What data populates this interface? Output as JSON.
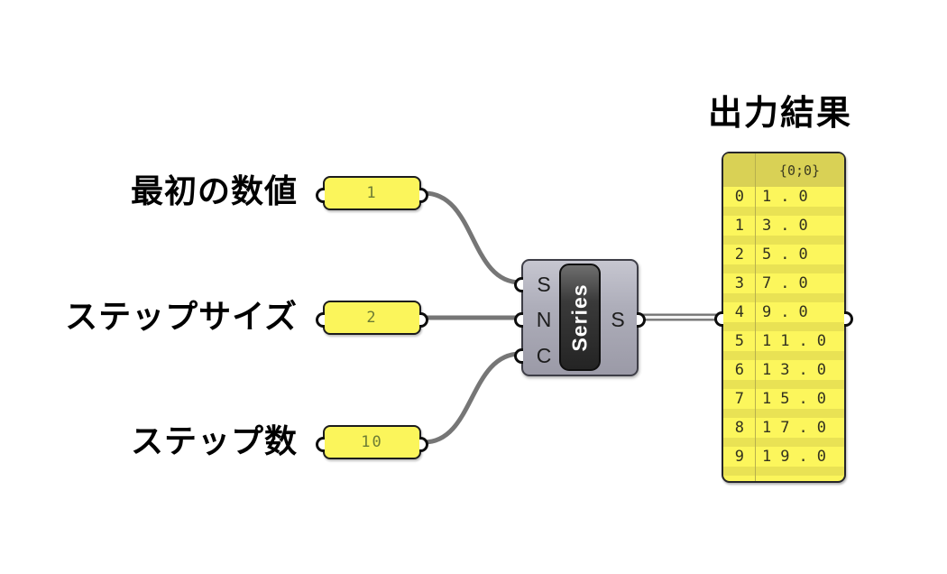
{
  "annotations": {
    "initial_value_label": "最初の数値",
    "step_size_label": "ステップサイズ",
    "step_count_label": "ステップ数",
    "output_title": "出力結果"
  },
  "input_panels": [
    {
      "value": "1"
    },
    {
      "value": "2"
    },
    {
      "value": "10"
    }
  ],
  "series": {
    "name": "Series",
    "input_s": "S",
    "input_n": "N",
    "input_c": "C",
    "output_s": "S"
  },
  "panel": {
    "header": "{0;0}",
    "rows": [
      {
        "index": "0",
        "value": "1.0"
      },
      {
        "index": "1",
        "value": "3.0"
      },
      {
        "index": "2",
        "value": "5.0"
      },
      {
        "index": "3",
        "value": "7.0"
      },
      {
        "index": "4",
        "value": "9.0"
      },
      {
        "index": "5",
        "value": "11.0"
      },
      {
        "index": "6",
        "value": "13.0"
      },
      {
        "index": "7",
        "value": "15.0"
      },
      {
        "index": "8",
        "value": "17.0"
      },
      {
        "index": "9",
        "value": "19.0"
      }
    ]
  },
  "colors": {
    "panel_yellow": "#fbf55b",
    "panel_header_yellow": "#d9d155",
    "row_stripe_yellow": "#e9e254",
    "value_text_green": "#6d7c34",
    "component_gray": "#a9a9b5",
    "capsule_dark": "#2e2e2e",
    "wire_gray": "#767676"
  }
}
